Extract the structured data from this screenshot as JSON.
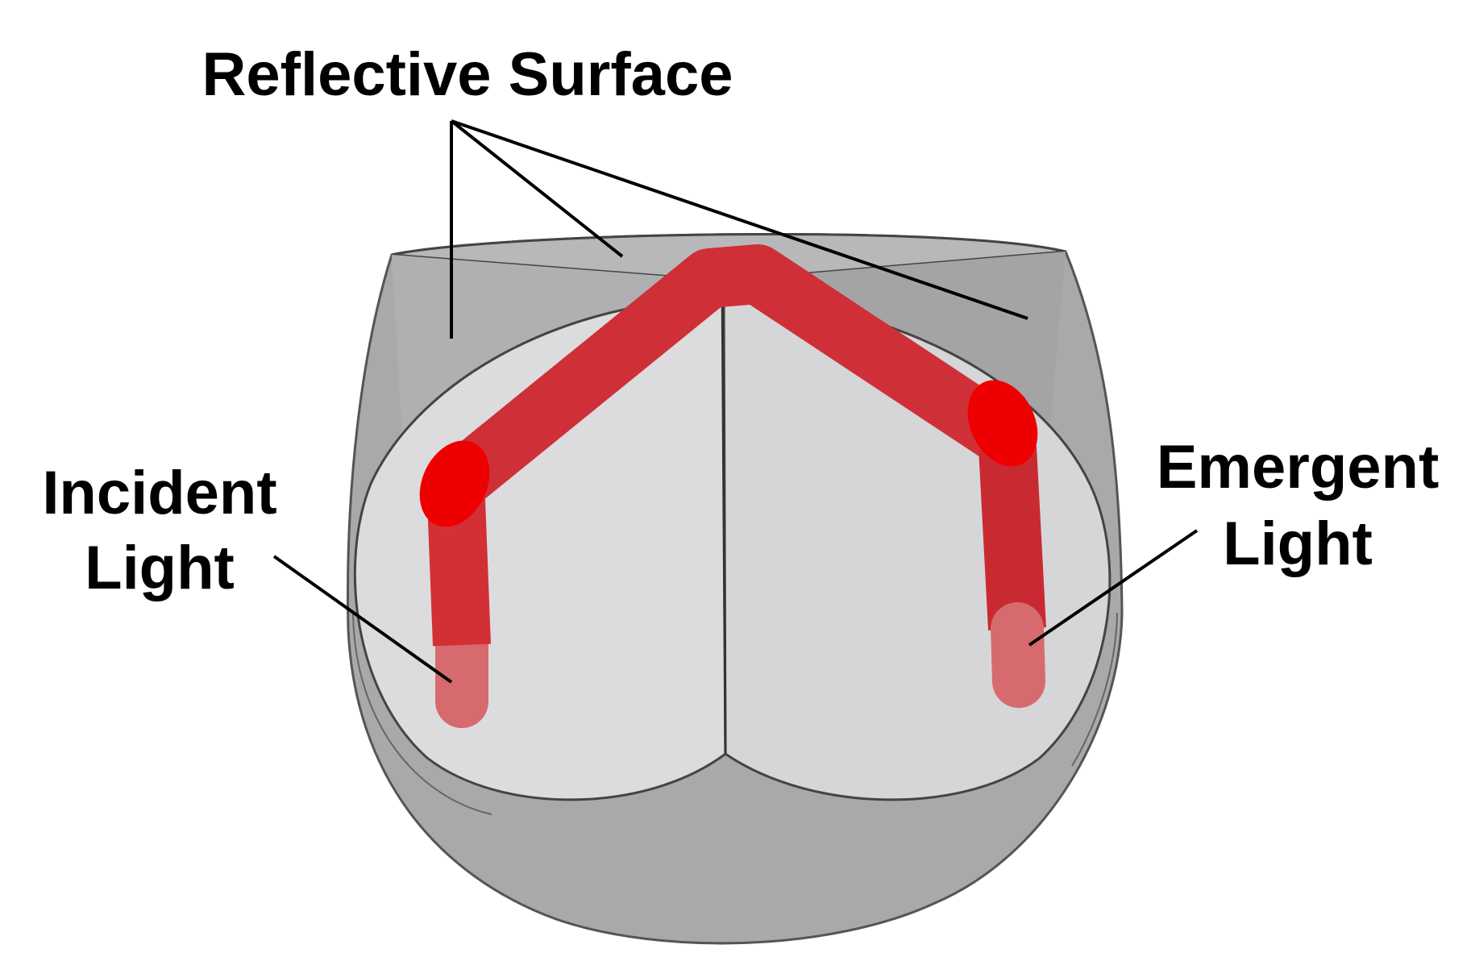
{
  "labels": {
    "reflective_surface": "Reflective Surface",
    "incident": {
      "line1": "Incident",
      "line2": "Light"
    },
    "emergent": {
      "line1": "Emergent",
      "line2": "Light"
    }
  },
  "colors": {
    "background": "#ffffff",
    "body_grey": "#a9a9ab",
    "top_facet_grey": "#b8b8ba",
    "face_light_grey": "#dcdcde",
    "beam_red": "#d23035",
    "beam_spot_red": "#ee0000",
    "leader_line": "#000000"
  }
}
